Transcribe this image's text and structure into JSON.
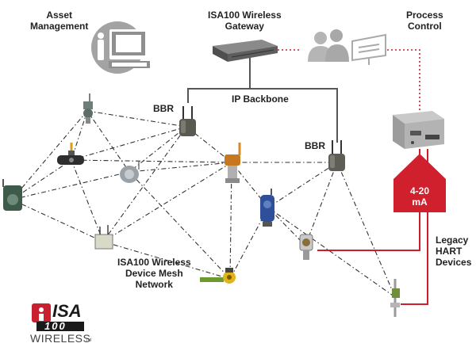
{
  "labels": {
    "asset_management": [
      "Asset",
      "Management"
    ],
    "gateway": [
      "ISA100 Wireless",
      "Gateway"
    ],
    "process_control": [
      "Process",
      "Control"
    ],
    "ip_backbone": "IP Backbone",
    "bbr_left": "BBR",
    "bbr_right": "BBR",
    "mesh_network": [
      "ISA100 Wireless",
      "Device Mesh",
      "Network"
    ],
    "legacy_hart": [
      "Legacy",
      "HART",
      "Devices"
    ],
    "analog_signal": [
      "4-20",
      "mA"
    ]
  },
  "logo": {
    "isa": "ISA",
    "number": "100",
    "wireless": "WIRELESS",
    "tm": "TM"
  },
  "colors": {
    "mesh_link": "#333333",
    "backbone": "#555555",
    "hart_wire": "#cc1f2d",
    "signal_box": "#d0202e",
    "icon_gray": "#9a9a9a",
    "logo_red": "#c8202f"
  },
  "icons": [
    "computer-icon",
    "people-icon",
    "monitor-icon",
    "gateway-device-icon",
    "controller-device-icon",
    "bbr-router-icon",
    "wireless-sensor-icon",
    "hart-device-icon"
  ]
}
